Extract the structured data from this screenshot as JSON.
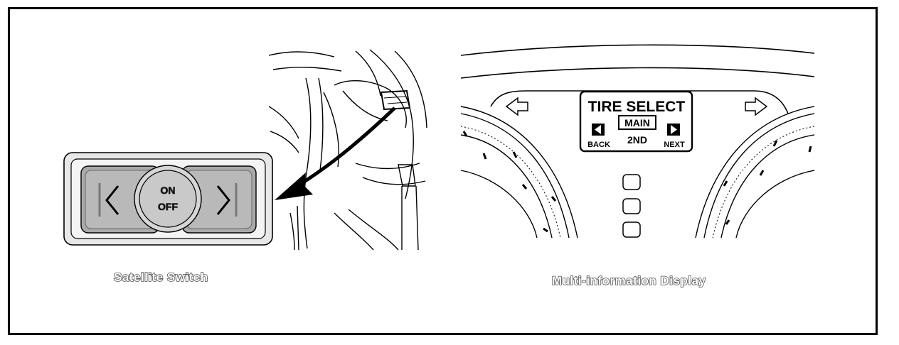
{
  "satellite_switch": {
    "caption": "Satellite Switch",
    "button_on": "ON",
    "button_off": "OFF"
  },
  "display": {
    "caption": "Multi-information Display",
    "title": "TIRE SELECT",
    "main": "MAIN",
    "second": "2ND",
    "back": "BACK",
    "next": "NEXT"
  }
}
